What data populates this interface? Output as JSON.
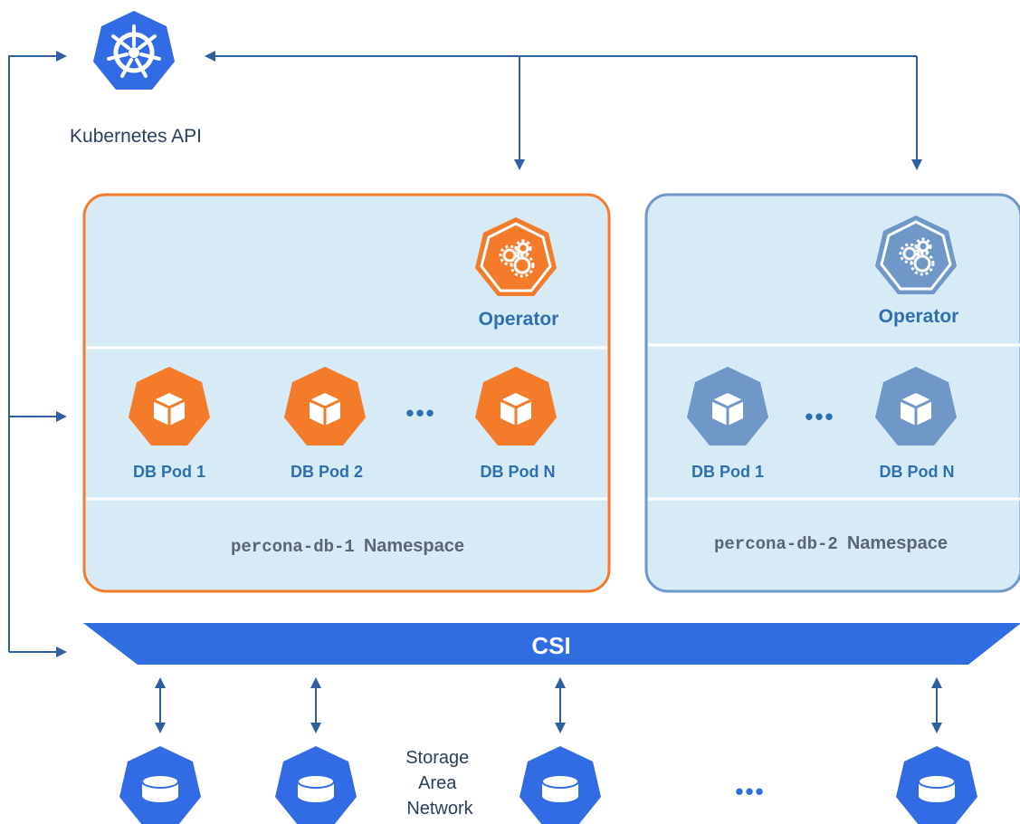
{
  "api": {
    "label": "Kubernetes API",
    "icon": "kubernetes-wheel-icon"
  },
  "namespaces": [
    {
      "name_code": "percona-db-1",
      "name_suffix": "Namespace",
      "operator_label": "Operator",
      "accent": "#f47b2a",
      "pods": [
        "DB Pod 1",
        "DB Pod 2",
        "DB Pod N"
      ]
    },
    {
      "name_code": "percona-db-2",
      "name_suffix": "Namespace",
      "operator_label": "Operator",
      "accent": "#6f97c8",
      "pods": [
        "DB Pod 1",
        "DB Pod N"
      ]
    }
  ],
  "csi": {
    "label": "CSI",
    "color": "#2f6ee0"
  },
  "storage": {
    "label_lines": [
      "Storage",
      "Area",
      "Network"
    ],
    "icon": "disk-icon"
  },
  "colors": {
    "k8s_blue": "#326ce5",
    "arrow": "#2f5f9e",
    "panel_fill": "#d7ebf7",
    "divider": "#ffffff"
  },
  "ellipsis": "•••"
}
